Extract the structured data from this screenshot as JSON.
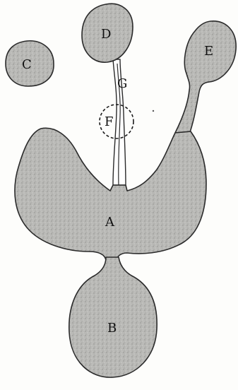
{
  "figure": {
    "labels": {
      "a": "A",
      "b": "B",
      "c": "C",
      "d": "D",
      "e": "E",
      "f": "F",
      "g": "G"
    }
  },
  "colors": {
    "fill": "#b9b9b6",
    "stroke": "#2a2a2a",
    "background": "#fdfdfb"
  }
}
